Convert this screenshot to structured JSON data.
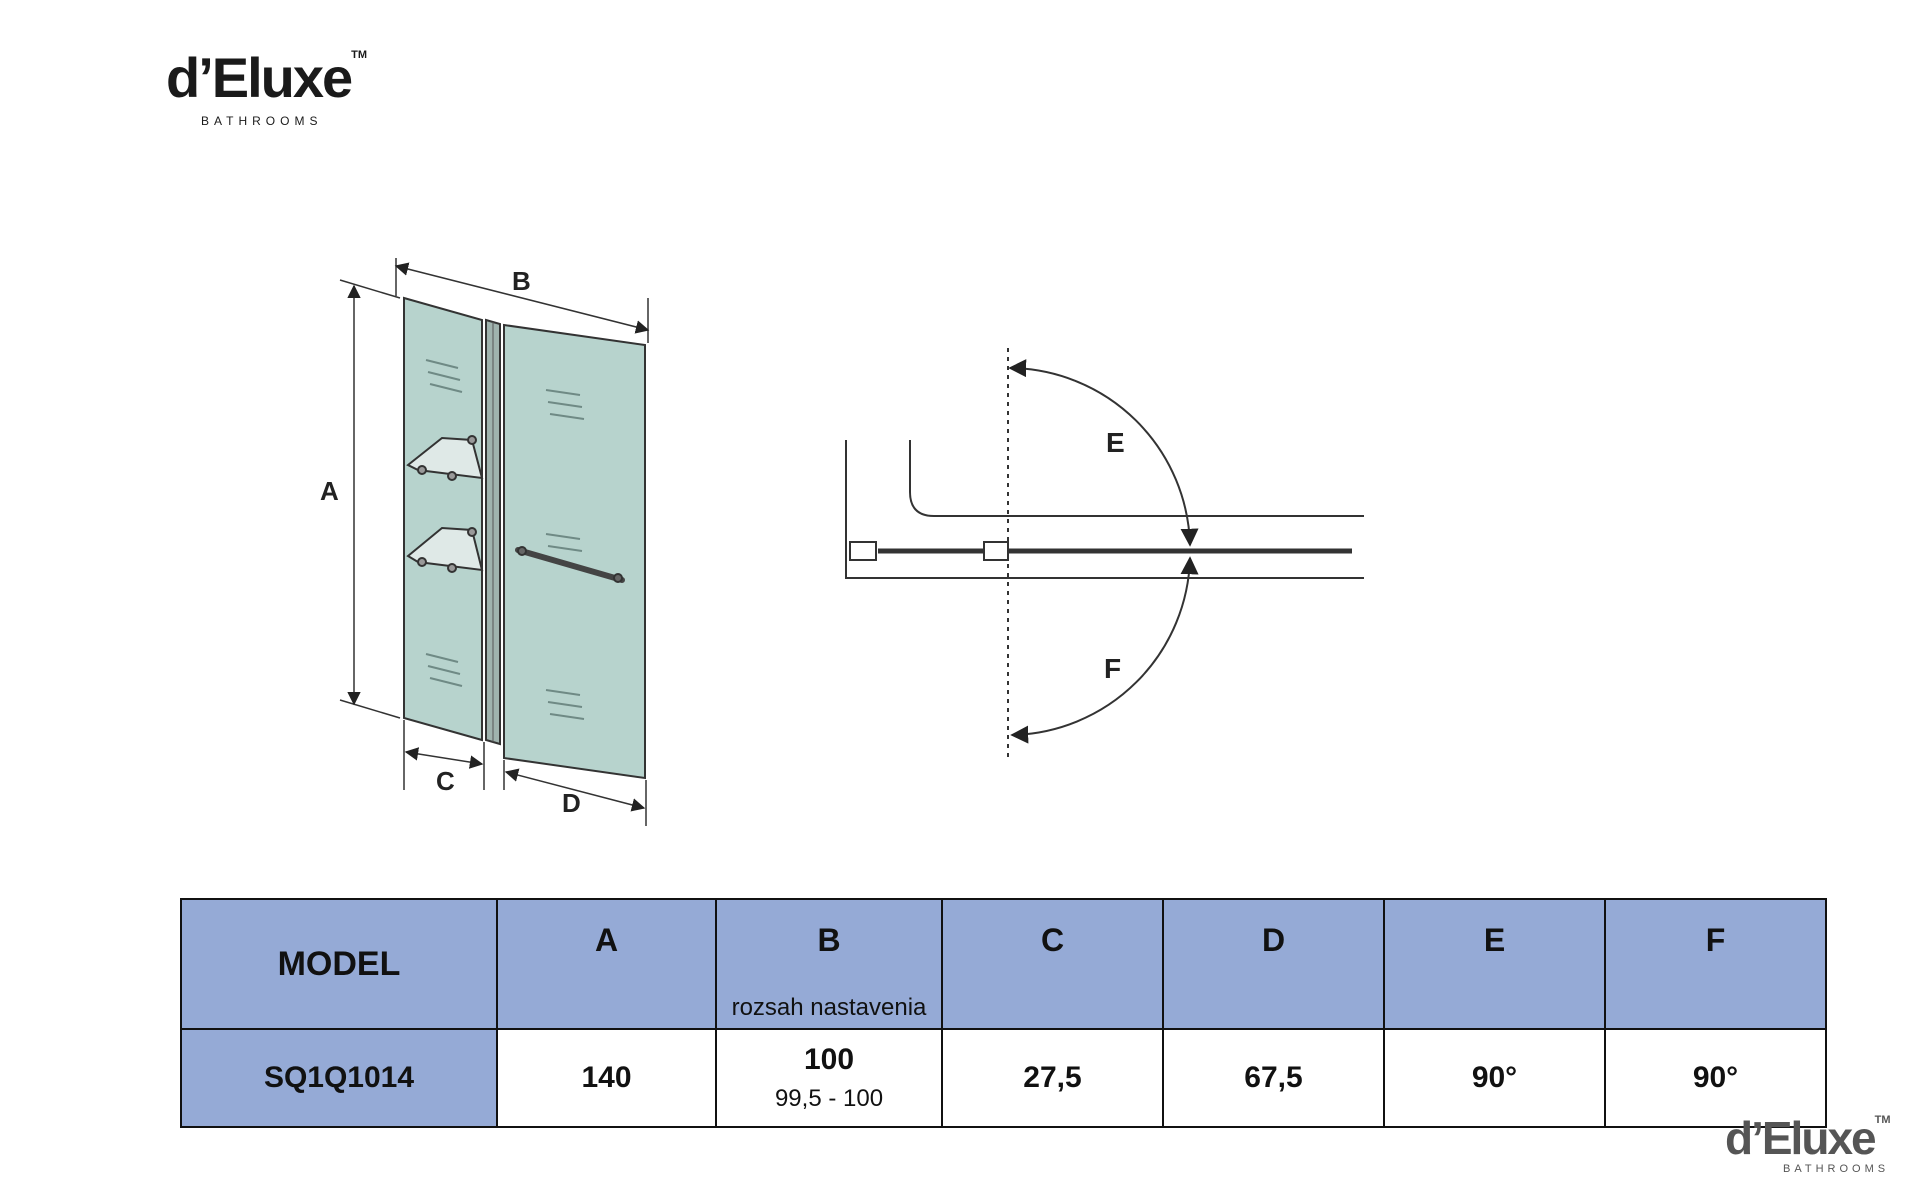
{
  "brand": {
    "name": "d’Eluxe",
    "tm": "TM",
    "tagline": "BATHROOMS"
  },
  "diagram": {
    "labels": {
      "a": "A",
      "b": "B",
      "c": "C",
      "d": "D",
      "e": "E",
      "f": "F"
    },
    "colors": {
      "glass": "#b7d3cd",
      "line": "#333333"
    }
  },
  "table": {
    "headers": [
      {
        "label": "MODEL"
      },
      {
        "label": "A"
      },
      {
        "label": "B",
        "note": "rozsah nastavenia"
      },
      {
        "label": "C"
      },
      {
        "label": "D"
      },
      {
        "label": "E"
      },
      {
        "label": "F"
      }
    ],
    "row": {
      "model": "SQ1Q1014",
      "a": "140",
      "b": "100",
      "b_range": "99,5 - 100",
      "c": "27,5",
      "d": "67,5",
      "e": "90°",
      "f": "90°"
    },
    "colors": {
      "header_bg": "#95aad6"
    }
  }
}
